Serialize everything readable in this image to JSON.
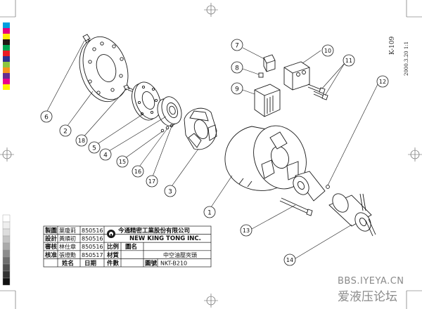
{
  "drawing_code": "K-109",
  "side_marks": [
    "2000.3.20 1:1",
    "K-109 "
  ],
  "balloons": [
    {
      "id": "b1",
      "num": "1"
    },
    {
      "id": "b2",
      "num": "2"
    },
    {
      "id": "b3",
      "num": "3"
    },
    {
      "id": "b4",
      "num": "4"
    },
    {
      "id": "b5",
      "num": "5"
    },
    {
      "id": "b6",
      "num": "6"
    },
    {
      "id": "b7",
      "num": "7"
    },
    {
      "id": "b8",
      "num": "8"
    },
    {
      "id": "b9",
      "num": "9"
    },
    {
      "id": "b10",
      "num": "10"
    },
    {
      "id": "b11",
      "num": "11"
    },
    {
      "id": "b12",
      "num": "12"
    },
    {
      "id": "b13",
      "num": "13"
    },
    {
      "id": "b14",
      "num": "14"
    },
    {
      "id": "b15",
      "num": "15"
    },
    {
      "id": "b16",
      "num": "16"
    },
    {
      "id": "b17",
      "num": "17"
    },
    {
      "id": "b18",
      "num": "18"
    }
  ],
  "title_block": {
    "rows": [
      {
        "role": "製圖",
        "name": "葉瓊莉",
        "date": "850516"
      },
      {
        "role": "設計",
        "name": "黃順初",
        "date": "850516"
      },
      {
        "role": "審核",
        "name": "林仕章",
        "date": "850516"
      },
      {
        "role": "核准",
        "name": "張燈勳",
        "date": "850517"
      }
    ],
    "footer": {
      "name": "姓名",
      "date": "日期",
      "count": "件數"
    },
    "scale_label": "比例",
    "material_label": "材質",
    "drawing_no_label": "圖號",
    "part_name_label": "圖名",
    "part_name": "中空油壓夾頭",
    "drawing_no": "NKT-B210",
    "company_cn": "今通精密工業股份有限公司",
    "company_en": "NEW KING TONG INC."
  },
  "watermark": {
    "url": "BBS.IYEYA.CN",
    "name": "爱液压论坛"
  },
  "colors": {
    "line": "#1a1a1a",
    "watermark": "#8a8a8a",
    "swatches": [
      "#00a0e0",
      "#e6007e",
      "#ffeb00",
      "#231815",
      "#00a651",
      "#ed1c24",
      "#2e3192",
      "#8dc63f",
      "#f7941d",
      "#662d91",
      "#ec008c",
      "#fff200"
    ]
  }
}
